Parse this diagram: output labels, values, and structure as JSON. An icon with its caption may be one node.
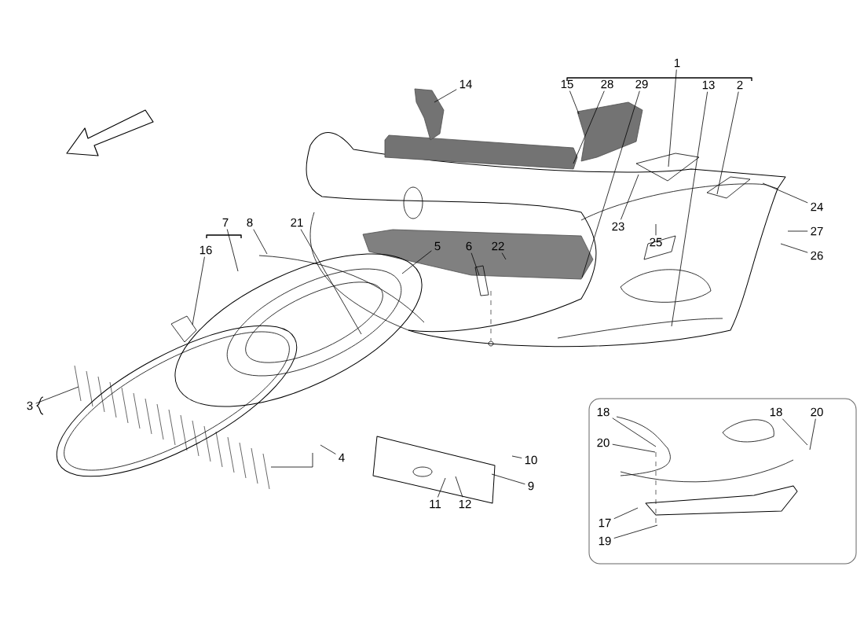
{
  "diagram": {
    "nodes": [
      {
        "text": [
          "1"
        ]
      },
      {
        "text": [
          "2"
        ]
      },
      {
        "text": [
          "3"
        ]
      },
      {
        "text": [
          "4"
        ]
      },
      {
        "text": [
          "5"
        ]
      },
      {
        "text": [
          "6"
        ]
      },
      {
        "text": [
          "7"
        ]
      },
      {
        "text": [
          "8"
        ]
      },
      {
        "text": [
          "9"
        ]
      },
      {
        "text": [
          "10"
        ]
      },
      {
        "text": [
          "11"
        ]
      },
      {
        "text": [
          "12"
        ]
      },
      {
        "text": [
          "13"
        ]
      },
      {
        "text": [
          "14"
        ]
      },
      {
        "text": [
          "15"
        ]
      },
      {
        "text": [
          "16"
        ]
      },
      {
        "text": [],
        "shape": "box"
      },
      {
        "text": [
          "17"
        ],
        "in": 16
      },
      {
        "text": [
          "18"
        ],
        "in": 16
      },
      {
        "text": [
          "20"
        ],
        "in": 16
      },
      {
        "text": [
          "19"
        ],
        "in": 16
      },
      {
        "text": [
          "18"
        ],
        "in": 16
      },
      {
        "text": [
          "20"
        ],
        "in": 16
      },
      {
        "text": [
          "21"
        ]
      },
      {
        "text": [
          "22"
        ]
      },
      {
        "text": [
          "23"
        ]
      },
      {
        "text": [
          "24"
        ]
      },
      {
        "text": [
          "25"
        ]
      },
      {
        "text": [
          "26"
        ]
      },
      {
        "text": [
          "27"
        ]
      },
      {
        "text": [
          "28"
        ]
      },
      {
        "text": [
          "29"
        ]
      }
    ],
    "edges": [
      {
        "from": 0,
        "to": null,
        "arrow": "none"
      },
      {
        "from": 1,
        "to": null,
        "arrow": "none"
      },
      {
        "from": 2,
        "to": null,
        "arrow": "none"
      },
      {
        "from": 3,
        "to": null,
        "arrow": "none"
      },
      {
        "from": 4,
        "to": null,
        "arrow": "none"
      },
      {
        "from": 5,
        "to": null,
        "arrow": "none"
      },
      {
        "from": 6,
        "to": null,
        "arrow": "none"
      },
      {
        "from": 7,
        "to": null,
        "arrow": "none"
      },
      {
        "from": 8,
        "to": null,
        "arrow": "none"
      },
      {
        "from": 9,
        "to": null,
        "arrow": "none"
      },
      {
        "from": 10,
        "to": null,
        "arrow": "none"
      },
      {
        "from": 11,
        "to": null,
        "arrow": "none"
      },
      {
        "from": 12,
        "to": null,
        "arrow": "none"
      },
      {
        "from": 13,
        "to": null,
        "arrow": "none"
      },
      {
        "from": 14,
        "to": null,
        "arrow": "none"
      },
      {
        "from": 15,
        "to": null,
        "arrow": "none"
      },
      {
        "from": 17,
        "to": null,
        "arrow": "none"
      },
      {
        "from": 18,
        "to": null,
        "arrow": "none"
      },
      {
        "from": 19,
        "to": null,
        "arrow": "none"
      },
      {
        "from": 20,
        "to": null,
        "arrow": "none"
      },
      {
        "from": 21,
        "to": null,
        "arrow": "none"
      },
      {
        "from": 22,
        "to": null,
        "arrow": "none"
      },
      {
        "from": 23,
        "to": null,
        "arrow": "none"
      },
      {
        "from": 24,
        "to": null,
        "arrow": "none"
      },
      {
        "from": 25,
        "to": null,
        "arrow": "none"
      },
      {
        "from": 26,
        "to": null,
        "arrow": "none"
      },
      {
        "from": 27,
        "to": null,
        "arrow": "none"
      },
      {
        "from": 28,
        "to": null,
        "arrow": "none"
      },
      {
        "from": 29,
        "to": null,
        "arrow": "none"
      },
      {
        "from": 30,
        "to": null,
        "arrow": "none"
      },
      {
        "from": 31,
        "to": null,
        "arrow": "none"
      }
    ]
  }
}
